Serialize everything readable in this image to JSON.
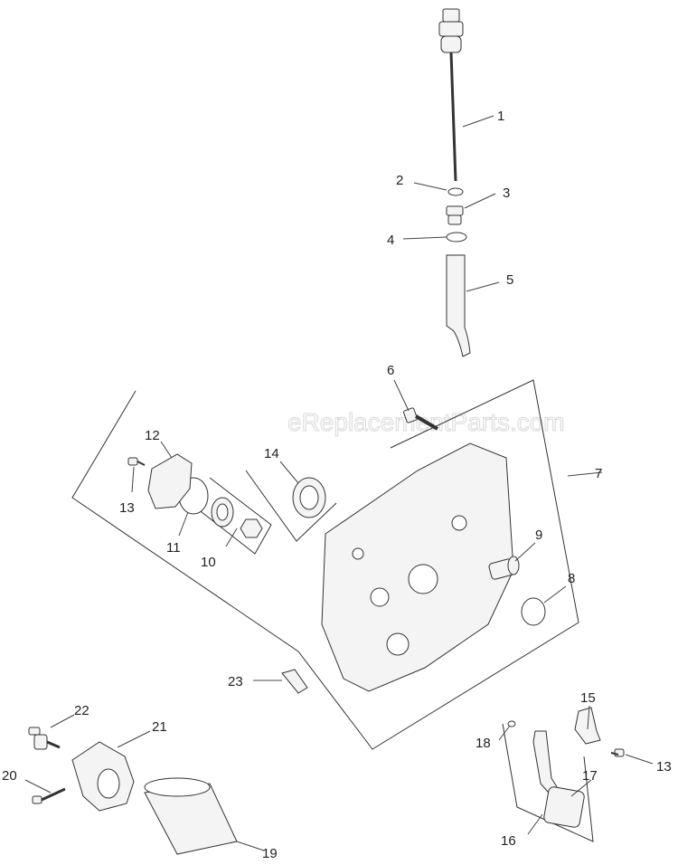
{
  "watermark": "eReplacementParts.com",
  "callouts": [
    {
      "id": "1",
      "text": "1"
    },
    {
      "id": "2",
      "text": "2"
    },
    {
      "id": "3",
      "text": "3"
    },
    {
      "id": "4",
      "text": "4"
    },
    {
      "id": "5",
      "text": "5"
    },
    {
      "id": "6",
      "text": "6"
    },
    {
      "id": "7",
      "text": "7"
    },
    {
      "id": "8",
      "text": "8"
    },
    {
      "id": "9",
      "text": "9"
    },
    {
      "id": "10",
      "text": "10"
    },
    {
      "id": "11",
      "text": "11"
    },
    {
      "id": "12",
      "text": "12"
    },
    {
      "id": "13a",
      "text": "13"
    },
    {
      "id": "14",
      "text": "14"
    },
    {
      "id": "15",
      "text": "15"
    },
    {
      "id": "16",
      "text": "16"
    },
    {
      "id": "17",
      "text": "17"
    },
    {
      "id": "18",
      "text": "18"
    },
    {
      "id": "19",
      "text": "19"
    },
    {
      "id": "20",
      "text": "20"
    },
    {
      "id": "21",
      "text": "21"
    },
    {
      "id": "22",
      "text": "22"
    },
    {
      "id": "23",
      "text": "23"
    },
    {
      "id": "13b",
      "text": "13"
    }
  ]
}
